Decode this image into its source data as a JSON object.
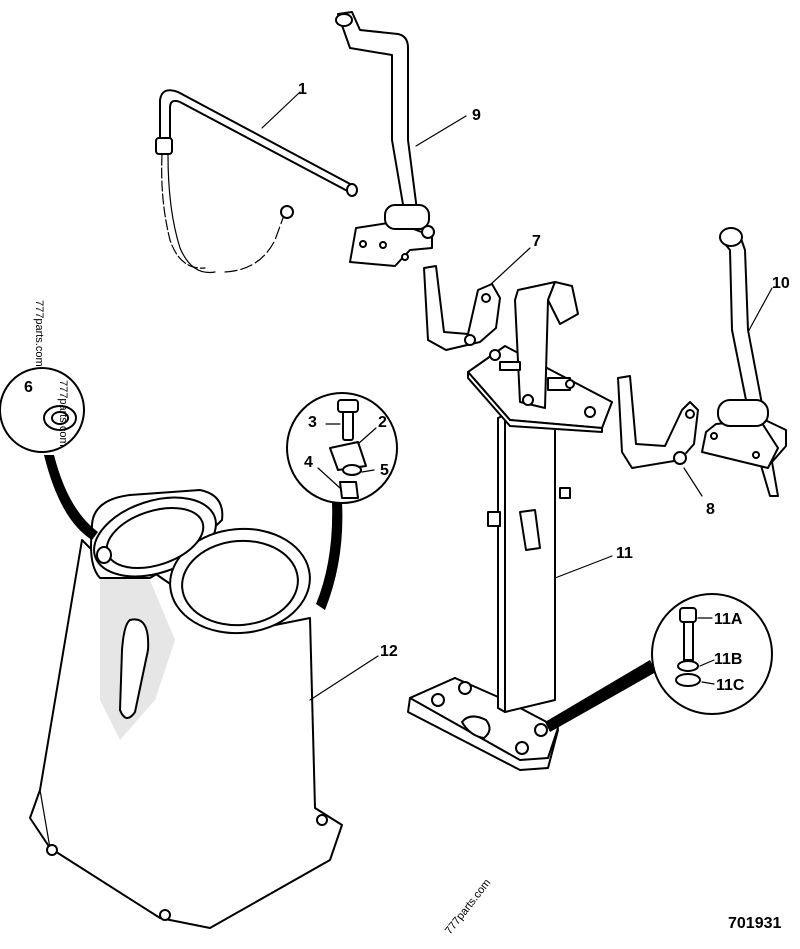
{
  "diagram": {
    "reference_number": "701931",
    "watermarks": [
      "777parts.com",
      "777parts.com",
      "777parts.com"
    ],
    "part_labels": [
      "1",
      "2",
      "3",
      "4",
      "5",
      "6",
      "7",
      "8",
      "9",
      "10",
      "11",
      "11A",
      "11B",
      "11C",
      "12"
    ]
  }
}
